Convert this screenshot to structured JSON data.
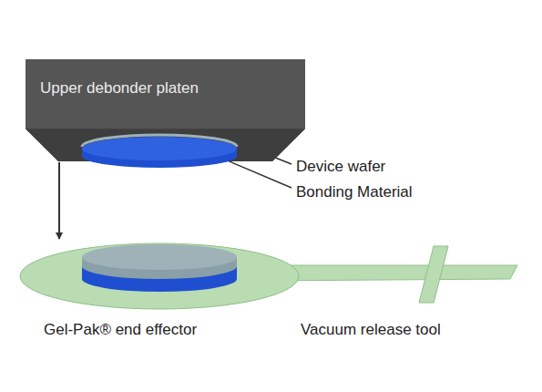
{
  "diagram": {
    "nodes": [
      {
        "text": [
          "Upper debonder platen"
        ]
      }
    ],
    "labels": [
      "Device wafer",
      "Bonding Material",
      "Gel-Pak® end effector",
      "Vacuum release tool"
    ]
  }
}
